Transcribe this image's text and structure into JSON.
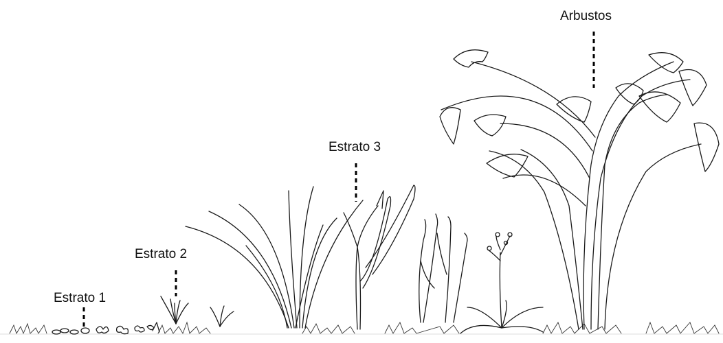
{
  "labels": {
    "arbustos": "Arbustos",
    "estrato3": "Estrato 3",
    "estrato2": "Estrato 2",
    "estrato1": "Estrato 1"
  }
}
